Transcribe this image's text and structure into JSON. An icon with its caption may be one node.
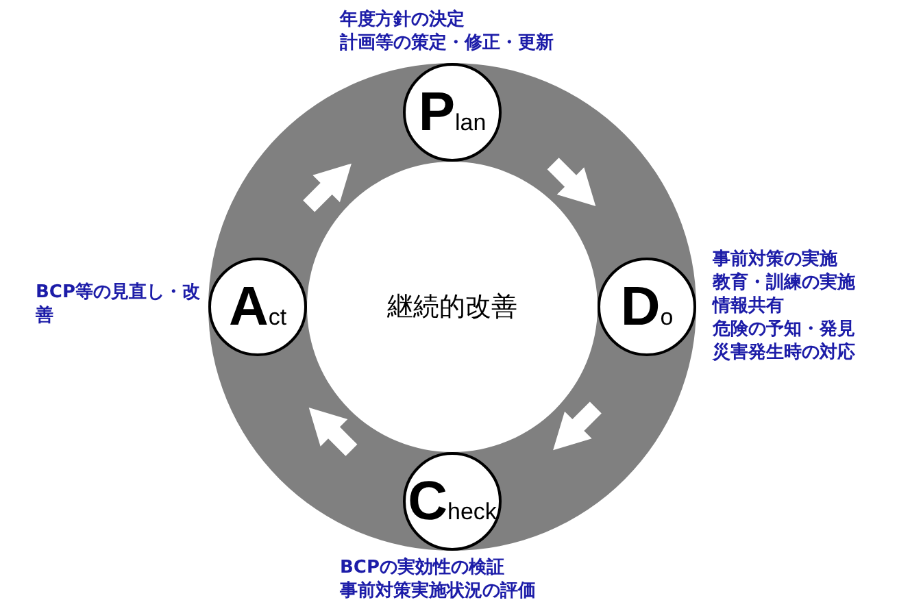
{
  "diagram": {
    "nodes": [
      {
        "text": [
          "P$_{lan}$"
        ],
        "beside": [
          "年度方針の決定",
          "計画等の策定・修正・更新"
        ]
      },
      {
        "text": [
          "D$_{o}$"
        ],
        "beside": [
          "事前対策の実施",
          "教育・訓練の実施",
          "情報共有",
          "危険の予知・発見",
          "災害発生時の対応"
        ]
      },
      {
        "text": [
          "C$_{heck}$"
        ],
        "beside": [
          "BCPの実効性の検証",
          "事前対策実施状況の評価"
        ]
      },
      {
        "text": [
          "A$_{ct}$"
        ],
        "beside": [
          "BCP等の見直し・改善"
        ]
      }
    ],
    "edges": [
      {
        "from": 0,
        "to": 1,
        "arrow": "to"
      },
      {
        "from": 1,
        "to": 2,
        "arrow": "to"
      },
      {
        "from": 2,
        "to": 3,
        "arrow": "to"
      },
      {
        "from": 3,
        "to": 0,
        "arrow": "to"
      }
    ],
    "labels": [
      "継続的改善"
    ]
  }
}
